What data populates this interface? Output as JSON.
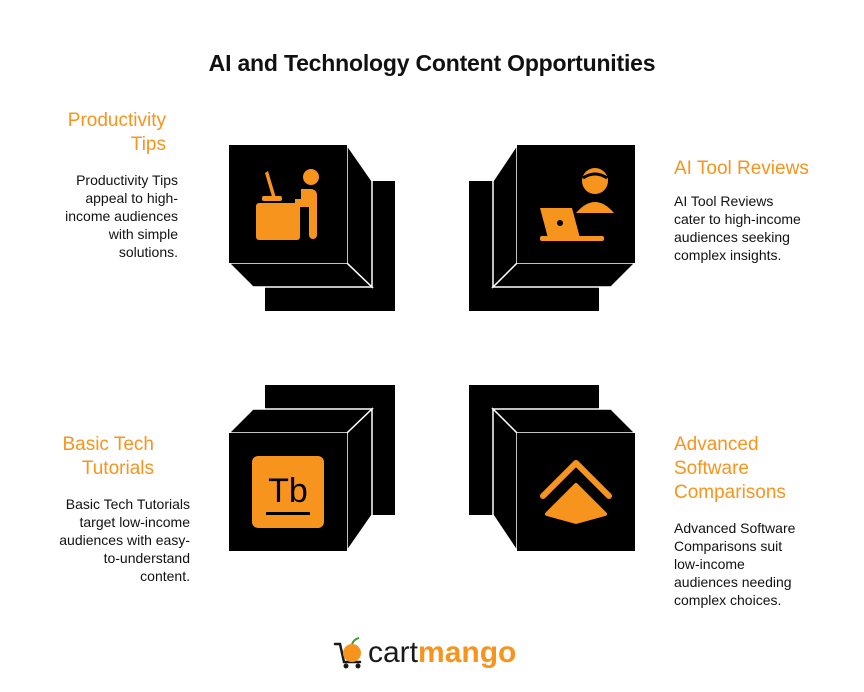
{
  "title": "AI and Technology Content Opportunities",
  "quadrants": {
    "top_left": {
      "title_line1": "Productivity",
      "title_line2": "Tips",
      "desc_lines": [
        "Productivity Tips",
        "appeal to high-",
        "income audiences",
        "with simple",
        "solutions."
      ],
      "icon": "person-at-desk-icon"
    },
    "top_right": {
      "title_line1": "AI Tool Reviews",
      "desc_lines": [
        "AI Tool Reviews",
        "cater to high-income",
        "audiences seeking",
        "complex insights."
      ],
      "icon": "person-with-laptop-icon"
    },
    "bottom_left": {
      "title_line1": "Basic Tech",
      "title_line2": "Tutorials",
      "desc_lines": [
        "Basic Tech Tutorials",
        "target low-income",
        "audiences with easy-",
        "to-understand",
        "content."
      ],
      "icon": "text-baseline-icon",
      "icon_text": "Tb"
    },
    "bottom_right": {
      "title_line1": "Advanced",
      "title_line2": "Software",
      "title_line3": "Comparisons",
      "desc_lines": [
        "Advanced Software",
        "Comparisons suit",
        "low-income",
        "audiences needing",
        "complex choices."
      ],
      "icon": "chevron-up-icon"
    }
  },
  "logo": {
    "cart": "cart",
    "mango": "mango"
  },
  "colors": {
    "accent": "#f7941d",
    "block": "#000000",
    "text": "#111111"
  }
}
